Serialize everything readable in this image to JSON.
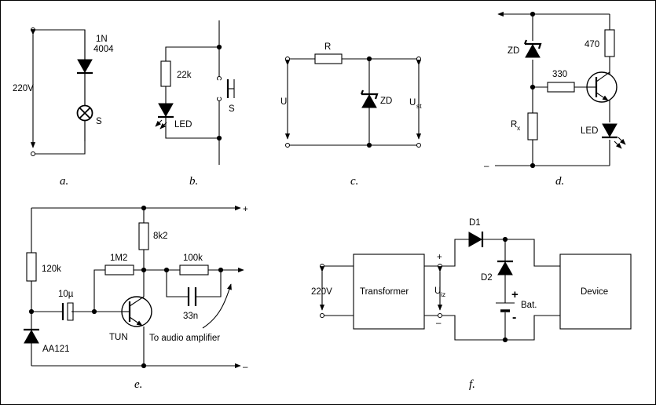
{
  "circuits": {
    "a": {
      "caption": "a.",
      "voltage": "220V",
      "diode_line1": "1N",
      "diode_line2": "4004",
      "lamp": "S"
    },
    "b": {
      "caption": "b.",
      "resistor": "22k",
      "led": "LED",
      "switch": "S"
    },
    "c": {
      "caption": "c.",
      "resistor": "R",
      "input": "U",
      "zener": "ZD",
      "output": "U",
      "output_sub": "st"
    },
    "d": {
      "caption": "d.",
      "zener": "ZD",
      "resistor_top": "470",
      "resistor_base": "330",
      "rx": "R",
      "rx_sub": "x",
      "led": "LED",
      "minus": "–"
    },
    "e": {
      "caption": "e.",
      "plus": "+",
      "minus": "–",
      "r_collector": "8k2",
      "r_feedback": "1M2",
      "r_bias": "120k",
      "r_output": "100k",
      "c_input": "10µ",
      "c_output": "33n",
      "transistor": "TUN",
      "diode": "AA121",
      "note": "To audio amplifier"
    },
    "f": {
      "caption": "f.",
      "voltage": "220V",
      "transformer": "Transformer",
      "uiz": "U",
      "uiz_sub": "iz",
      "plus": "+",
      "minus": "–",
      "d1": "D1",
      "d2": "D2",
      "battery": "Bat.",
      "device": "Device"
    }
  }
}
